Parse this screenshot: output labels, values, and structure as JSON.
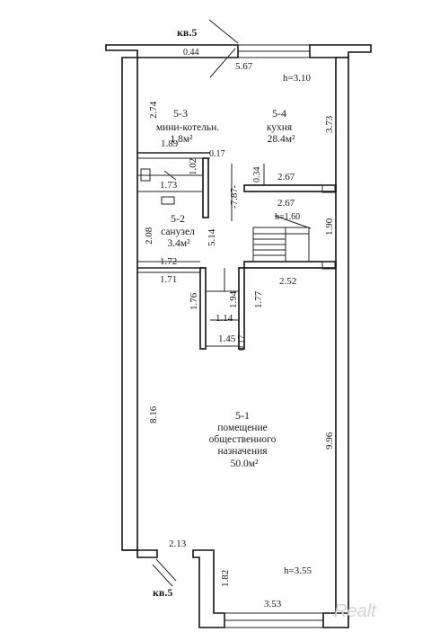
{
  "labels": {
    "apt_top": "кв.5",
    "apt_bottom": "кв.5",
    "h_top": "h=3.10",
    "h_bottom": "h=3.55",
    "h_stair": "h=1.60",
    "watermark": "Realt"
  },
  "rooms": [
    {
      "num": "5-1",
      "lines": [
        "помещение",
        "общественного",
        "назначения"
      ],
      "area": "50.0м²"
    },
    {
      "num": "5-2",
      "lines": [
        "санузел"
      ],
      "area": "3.4м²"
    },
    {
      "num": "5-3",
      "lines": [
        "мини-котельн."
      ],
      "area": "1.8м²"
    },
    {
      "num": "5-4",
      "lines": [
        "кухня"
      ],
      "area": "28.4м²"
    }
  ],
  "dims": {
    "d044": "0.44",
    "d567": "5.67",
    "d274": "2.74",
    "d373": "3.73",
    "d189": "1.89",
    "d017a": "0.17",
    "d102": "1.02",
    "d787": "-7.87-",
    "d034": "0.34",
    "d267a": "2.67",
    "d173": "1.73",
    "d267b": "2.67",
    "d208": "2.08",
    "d514": "5.14",
    "d190": "1.90",
    "d172": "1.72",
    "d171": "1.71",
    "d252": "2.52",
    "d176": "1.76",
    "d194": "1.94",
    "d177": "1.77",
    "d114": "1.14",
    "d017b": "0.17",
    "d145": "1.45",
    "d816": "8.16",
    "d996": "9.96",
    "d213": "2.13",
    "d182": "1.82",
    "d353": "3.53"
  }
}
